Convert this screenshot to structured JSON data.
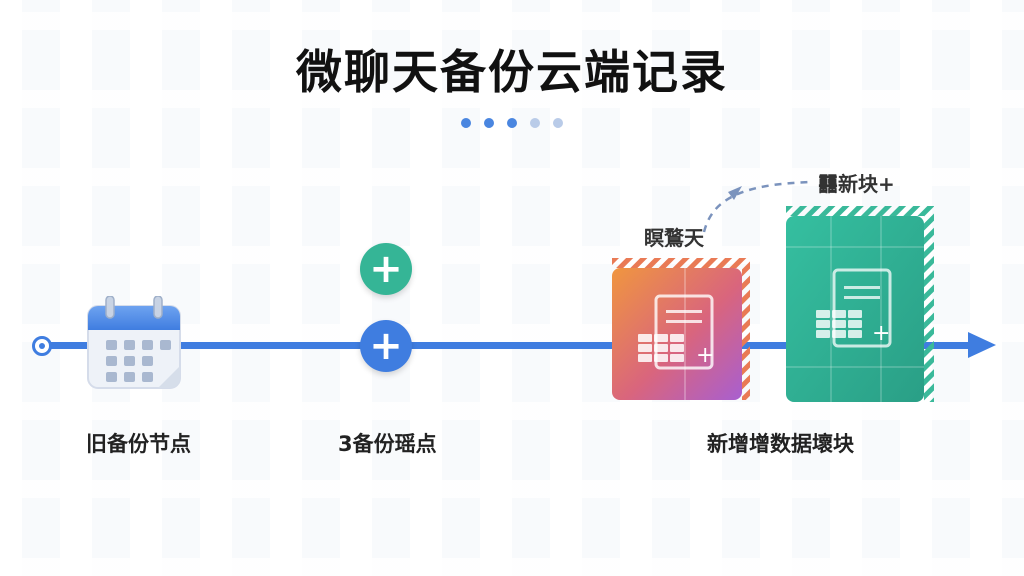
{
  "title": "微聊天备份云端记录",
  "pagination": {
    "dots": [
      {
        "color": "#4a86e0"
      },
      {
        "color": "#4a86e0"
      },
      {
        "color": "#4a86e0"
      },
      {
        "color": "#b9cbe8"
      },
      {
        "color": "#b9cbe8"
      }
    ]
  },
  "timeline": {
    "line_color": "#3f7de0",
    "nodes": [
      {
        "label": "旧备份节点",
        "icon": "calendar-icon"
      },
      {
        "label": "3备份瑶点",
        "icon": "plus-icon"
      },
      {
        "label": "新增增数据壞块",
        "icon": "data-block-icon"
      }
    ],
    "annotations": {
      "block_label": "瞑鶩天",
      "new_label": "䨻新块+"
    }
  },
  "colors": {
    "accent_blue": "#3f7de0",
    "accent_teal": "#35b596",
    "block_orange": "#e8844a",
    "block_purple": "#b163c8",
    "block_teal": "#2fae92"
  }
}
